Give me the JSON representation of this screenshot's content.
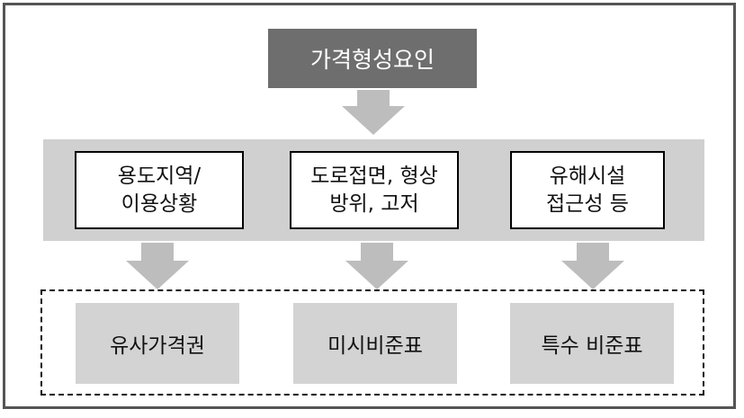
{
  "top": {
    "label": "가격형성요인"
  },
  "factors": [
    {
      "line1": "용도지역/",
      "line2": "이용상황"
    },
    {
      "line1": "도로접면, 형상",
      "line2": "방위, 고저"
    },
    {
      "line1": "유해시설",
      "line2": "접근성 등"
    }
  ],
  "results": [
    {
      "label": "유사가격권"
    },
    {
      "label": "미시비준표"
    },
    {
      "label": "특수 비준표"
    }
  ],
  "colors": {
    "top_box": "#6e6e6e",
    "band": "#d0d0d0",
    "arrow": "#bdbdbd",
    "result_box": "#d3d3d3"
  }
}
